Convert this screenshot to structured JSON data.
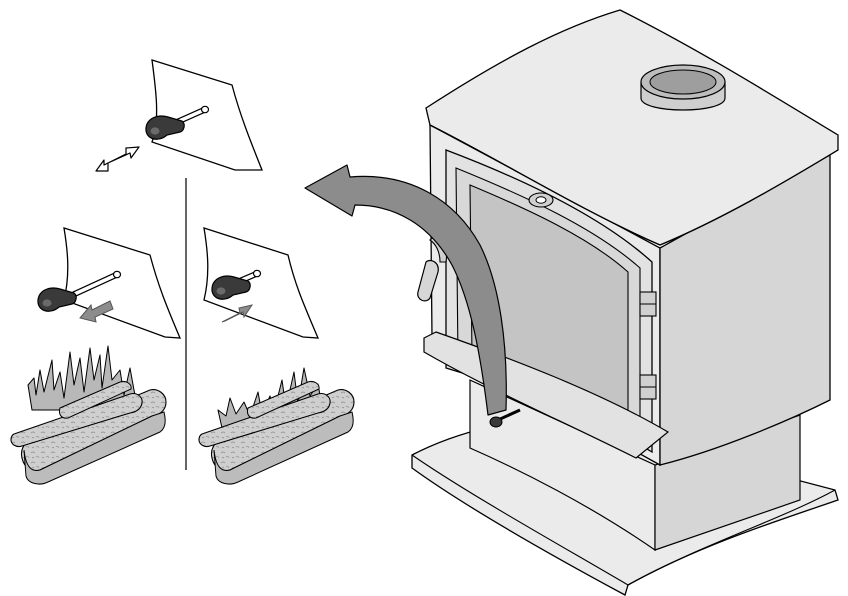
{
  "figure": {
    "text_labels": [],
    "colors": {
      "outline": "#000000",
      "stove_fill": "#ebebeb",
      "stove_shade": "#d6d6d6",
      "glass": "#c4c4c4",
      "arrow_fill": "#8c8c8c",
      "knob": "#3a3a3a",
      "log_fill": "#cfcfcf",
      "flame_fill": "#b8b8b8",
      "background": "#ffffff"
    },
    "panels": [
      {
        "id": "control-detail",
        "icon": "air-control-rod-icon",
        "indicator": "double-headed-arrow-icon"
      },
      {
        "id": "pulled-out",
        "icon": "air-control-rod-icon",
        "indicator": "arrow-out-icon",
        "fire": "high-flames-icon"
      },
      {
        "id": "pushed-in",
        "icon": "air-control-rod-icon",
        "indicator": "arrow-in-icon",
        "fire": "low-flames-icon"
      }
    ],
    "callout": "curved-callout-arrow-icon",
    "main_object": "wood-stove-icon"
  }
}
